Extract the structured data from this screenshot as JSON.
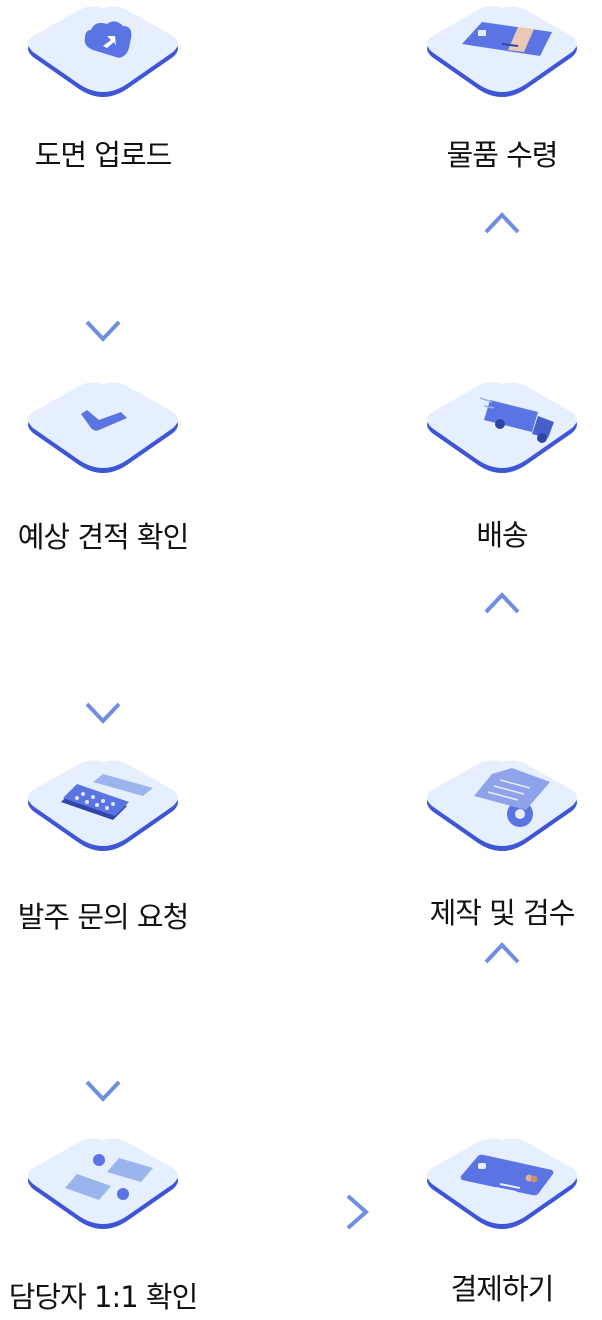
{
  "colors": {
    "tile_face": "#e6effd",
    "tile_edge": "#3d55d6",
    "icon": "#5b74e4",
    "arrow": "#6f8ee3"
  },
  "steps": [
    {
      "label": "도면 업로드",
      "icon": "cloud-upload-icon"
    },
    {
      "label": "예상 견적 확인",
      "icon": "checkmark-icon"
    },
    {
      "label": "발주 문의 요청",
      "icon": "keyboard-icon"
    },
    {
      "label": "담당자 1:1 확인",
      "icon": "chat-users-icon"
    },
    {
      "label": "결제하기",
      "icon": "credit-card-icon"
    },
    {
      "label": "제작 및 검수",
      "icon": "document-gear-icon"
    },
    {
      "label": "배송",
      "icon": "delivery-truck-icon"
    },
    {
      "label": "물품 수령",
      "icon": "package-box-icon"
    }
  ]
}
